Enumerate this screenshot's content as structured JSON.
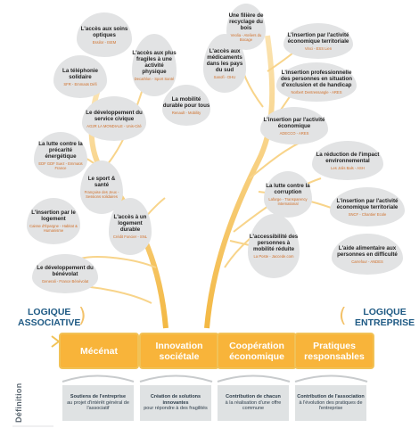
{
  "leaves": [
    {
      "id": "acces-soins",
      "title": "L'accès aux soins optiques",
      "sub": "Essilor - ISEM"
    },
    {
      "id": "telephonie",
      "title": "La téléphonie solidaire",
      "sub": "SFR - Emmaüs Défi"
    },
    {
      "id": "service-civique",
      "title": "Le développement du service civique",
      "sub": "AG2R LA MONDIALE - Unis-Cité"
    },
    {
      "id": "precarite",
      "title": "La lutte contre la précarité énergétique",
      "sub": "EDF GDF Suez - Emmaüs France"
    },
    {
      "id": "sport",
      "title": "Le sport & santé",
      "sub": "Française des Jeux - Sessions solidaires"
    },
    {
      "id": "logement",
      "title": "L'insertion par le logement",
      "sub": "Caisse d'Épargne - Habitat & Humanisme"
    },
    {
      "id": "logement-durable",
      "title": "L'accès à un logement durable",
      "sub": "Crédit Foncier - SNL"
    },
    {
      "id": "benevolat",
      "title": "Le développement du bénévolat",
      "sub": "Generali - France Bénévolat"
    },
    {
      "id": "activite-physique",
      "title": "L'accès aux plus fragiles à une activité physique",
      "sub": "Decathlon - Sport Santé"
    },
    {
      "id": "mobilite",
      "title": "La mobilité durable pour tous",
      "sub": "Renault - Mobility"
    },
    {
      "id": "medicaments",
      "title": "L'accès aux médicaments dans les pays du sud",
      "sub": "Sanofi - DHU"
    },
    {
      "id": "bois",
      "title": "Une filière de recyclage du bois",
      "sub": "Veolia - Ateliers du Bocage"
    },
    {
      "id": "insertion-territoriale-1",
      "title": "L'insertion par l'activité économique territoriale",
      "sub": "Vinci - ESS Lien"
    },
    {
      "id": "insertion-handicap",
      "title": "L'insertion professionnelle des personnes en situation d'exclusion et de handicap",
      "sub": "Norbert Dentressangle - ARES"
    },
    {
      "id": "insertion-eco",
      "title": "L'insertion par l'activité économique",
      "sub": "ADECCO - ARES"
    },
    {
      "id": "impact-env",
      "title": "La réduction de l'impact environnemental",
      "sub": "Les Jolis Bals - ASH"
    },
    {
      "id": "corruption",
      "title": "La lutte contre la corruption",
      "sub": "Lafarge - Transparency International"
    },
    {
      "id": "insertion-territoriale-2",
      "title": "L'insertion par l'activité économique territoriale",
      "sub": "SNCF - Chantier Ecole"
    },
    {
      "id": "accessibilite",
      "title": "L'accessibilité des personnes à mobilité réduite",
      "sub": "La Poste - Jaccede.com"
    },
    {
      "id": "aide-alimentaire",
      "title": "L'aide alimentaire aux personnes en difficulté",
      "sub": "Carrefour - ANDES"
    }
  ],
  "logic": {
    "left": [
      "LOGIQUE",
      "ASSOCIATIVE"
    ],
    "right": [
      "LOGIQUE",
      "ENTREPRISE"
    ]
  },
  "categories": [
    {
      "label": "Mécénat"
    },
    {
      "label": "Innovation sociétale"
    },
    {
      "label": "Coopération économique"
    },
    {
      "label": "Pratiques responsables"
    }
  ],
  "definition_label": "Définition",
  "definitions": [
    {
      "bold": "Soutiens de l'entreprise",
      "rest": "au projet d'intérêt général de l'associatif"
    },
    {
      "bold": "Création de solutions innovantes",
      "rest": "pour répondre à des fragilités"
    },
    {
      "bold": "Contribution de chacun",
      "rest": "à la réalisation d'une offre commune"
    },
    {
      "bold": "Contribution de l'association",
      "rest": "à l'évolution des pratiques de l'entreprise"
    }
  ],
  "colors": {
    "trunk": "#f3b843",
    "leaf": "#e2e3e4",
    "accent": "#d0702a",
    "text_blue": "#1f5a84",
    "box": "#f8b43a"
  }
}
